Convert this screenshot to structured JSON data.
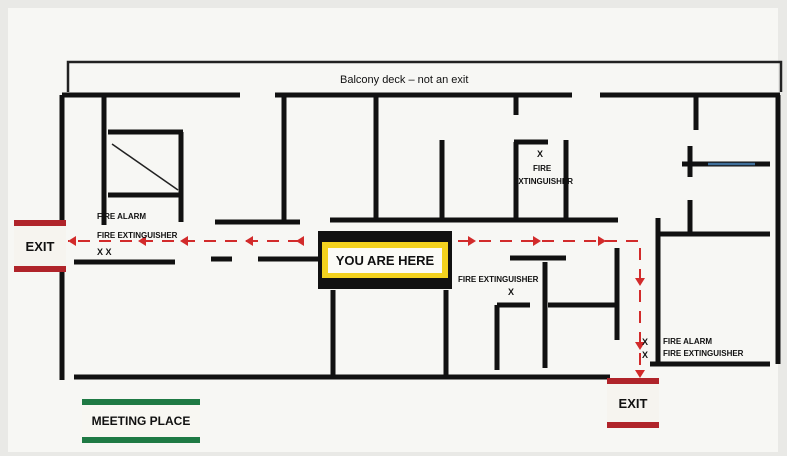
{
  "balcony_label": "Balcony deck – not an exit",
  "you_are_here": "YOU ARE HERE",
  "exit_left": "EXIT",
  "exit_bottom": "EXIT",
  "meeting_place": "MEETING PLACE",
  "fire_alarm_left": "FIRE ALARM",
  "fire_ext_left": "FIRE EXTINGUISHER",
  "marks_left": "X X",
  "fire_ext_top_x": "X",
  "fire_ext_top_1": "FIRE",
  "fire_ext_top_2": "EXTINGUISHER",
  "fire_ext_mid": "FIRE EXTINGUISHER",
  "fire_ext_mid_x": "X",
  "fire_alarm_right": "FIRE ALARM",
  "fire_ext_right": "FIRE EXTINGUISHER",
  "marks_right_1": "X",
  "marks_right_2": "X",
  "colors": {
    "wall": "#111111",
    "route": "#d22b2b",
    "exit_band": "#b0242a",
    "meeting_band": "#1f7a44",
    "here_yellow": "#f3d21f"
  }
}
